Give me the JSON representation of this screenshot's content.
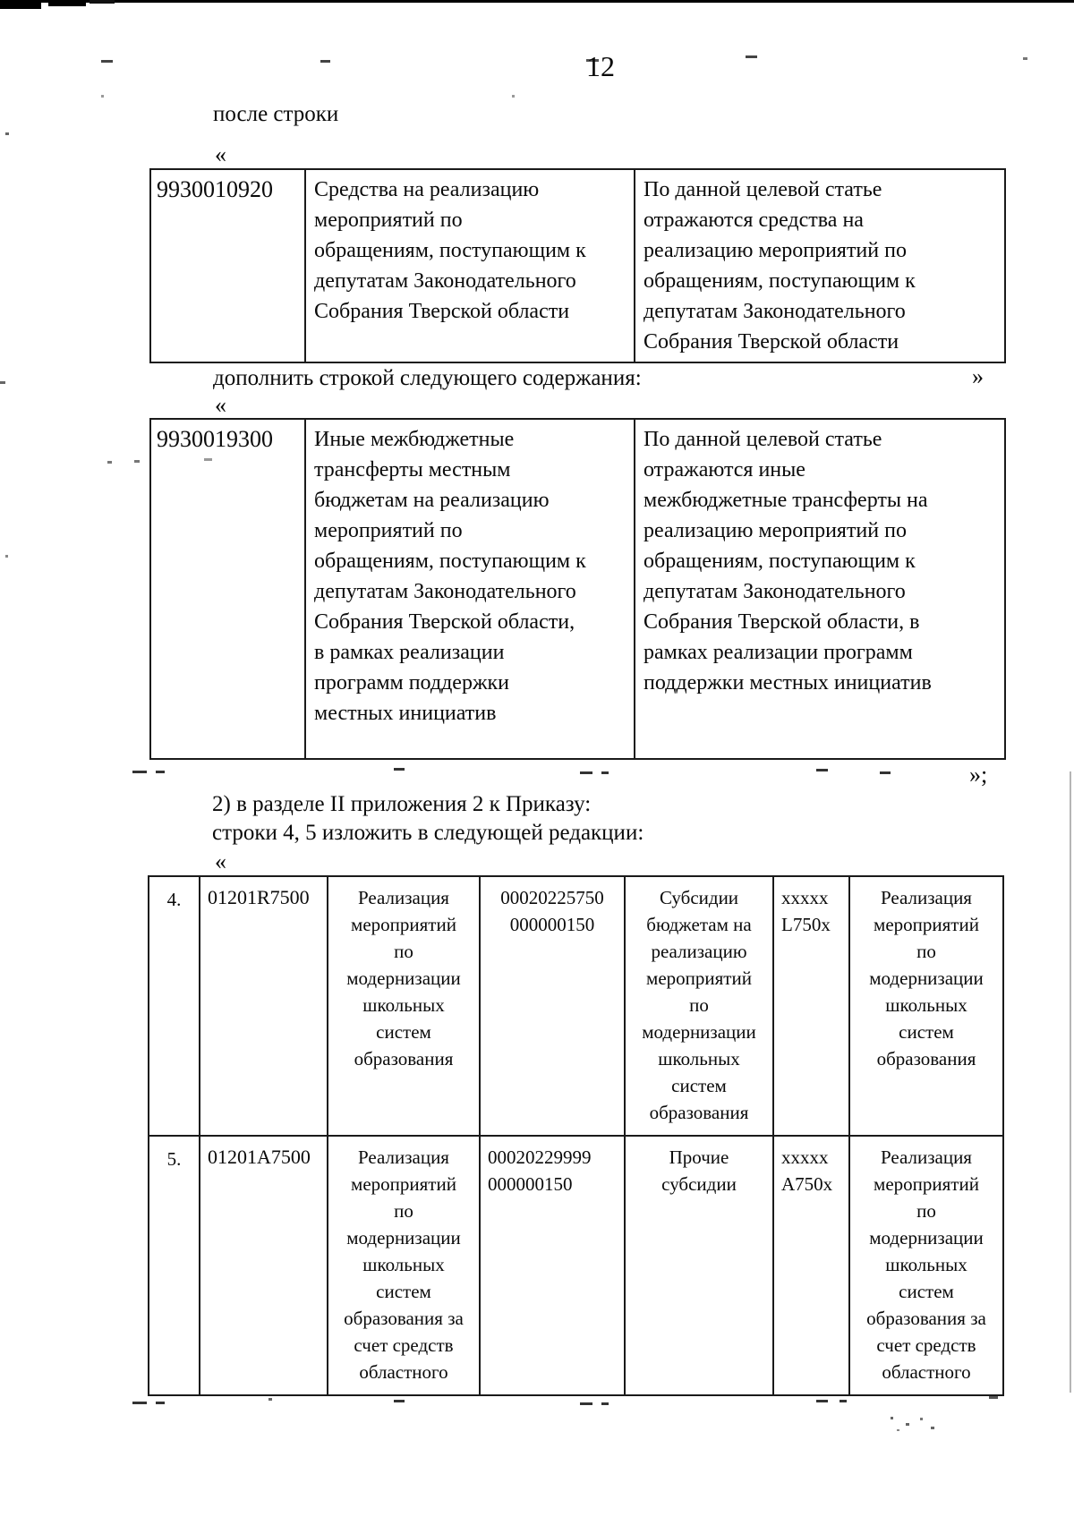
{
  "page": {
    "number": "12"
  },
  "labels": {
    "after_line": "после строки",
    "open_quote": "«",
    "close_quote": "»",
    "close_quote_semi": "»;",
    "add_line": "дополнить строкой следующего содержания:",
    "section2_line1": "2) в разделе II приложения 2 к Приказу:",
    "section2_line2": "строки 4, 5 изложить в следующей редакции:"
  },
  "table1": {
    "row": {
      "code": "9930010920",
      "name": "Средства на реализацию\nмероприятий по\nобращениям, поступающим к\nдепутатам Законодательного\nСобрания Тверской области",
      "desc": "По данной целевой статье\nотражаются средства на\nреализацию мероприятий по\nобращениям, поступающим к\nдепутатам Законодательного\nСобрания Тверской области"
    }
  },
  "table2": {
    "row": {
      "code": "9930019300",
      "name": "Иные межбюджетные\nтрансферты местным\nбюджетам на реализацию\nмероприятий по\nобращениям, поступающим к\nдепутатам Законодательного\nСобрания Тверской области,\nв рамках реализации\nпрограмм поддержки\nместных инициатив",
      "desc": "По данной целевой статье\nотражаются иные\nмежбюджетные трансферты на\nреализацию мероприятий по\nобращениям, поступающим к\nдепутатам Законодательного\nСобрания Тверской области, в\nрамках реализации программ\nподдержки местных инициатив"
    }
  },
  "table3": {
    "rows": [
      {
        "num": "4.",
        "code": "01201R7500",
        "name": "Реализация\nмероприятий\nпо\nмодернизации\nшкольных\nсистем\nобразования",
        "kbk": "00020225750\n000000150",
        "subsidy": "Субсидии\nбюджетам на\nреализацию\nмероприятий\nпо\nмодернизации\nшкольных\nсистем\nобразования",
        "mask": "ххххх\nL750х",
        "name2": "Реализация\nмероприятий\nпо\nмодернизации\nшкольных\nсистем\nобразования"
      },
      {
        "num": "5.",
        "code": "01201А7500",
        "name": "Реализация\nмероприятий\nпо\nмодернизации\nшкольных\nсистем\nобразования за\nсчет средств\nобластного",
        "kbk": "00020229999\n000000150",
        "subsidy": "Прочие\nсубсидии",
        "mask": "ххххх\nА750х",
        "name2": "Реализация\nмероприятий\nпо\nмодернизации\nшкольных\nсистем\nобразования за\nсчет средств\nобластного"
      }
    ]
  }
}
